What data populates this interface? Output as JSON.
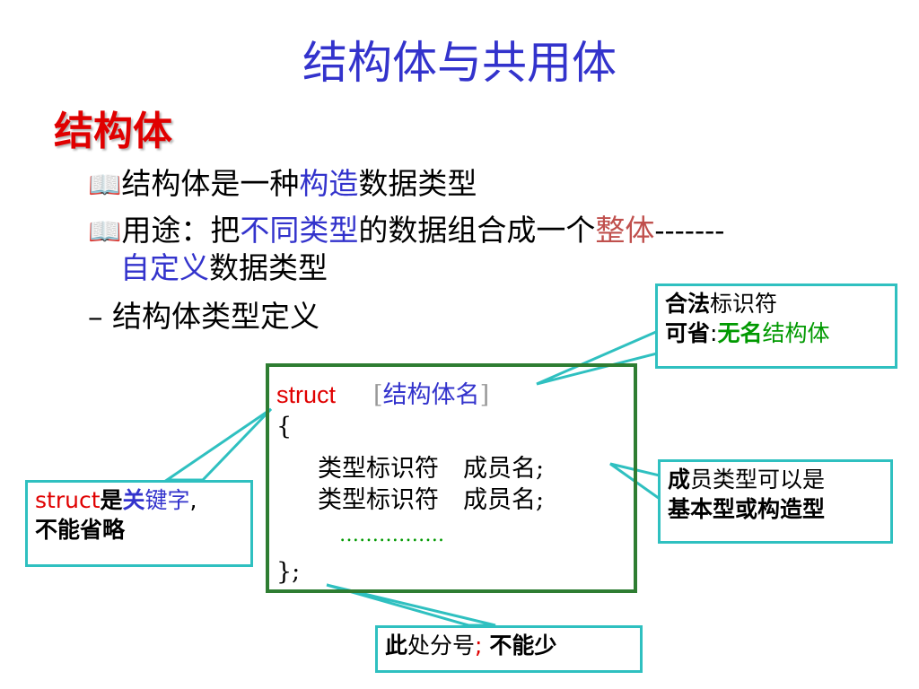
{
  "slide": {
    "title": "结构体与共用体",
    "section": "结构体",
    "bullet1": {
      "icon": "book-icon",
      "pre": "结构体是一种",
      "hl": "构造",
      "post": "数据类型"
    },
    "bullet2": {
      "icon": "book-icon",
      "pre": "用途：把",
      "hl1": "不同类型",
      "mid": "的数据组合成一个",
      "hl2": "整体",
      "dashes": "-------",
      "line2_hl": "自定义",
      "line2_post": "数据类型"
    },
    "bullet3": "– 结构体类型定义",
    "code": {
      "keyword": "struct",
      "name_open": "[",
      "name": "结构体名",
      "name_close": "]",
      "open_brace": "{",
      "member1": "类型标识符　成员名;",
      "member2": "类型标识符　成员名;",
      "dots": "…………….",
      "close": "};"
    },
    "callouts": {
      "identifier": {
        "l1a": "合法",
        "l1b": "标识符",
        "l2a": "可省",
        "l2b": ":",
        "l2c": "无名",
        "l2d": "结构体"
      },
      "keyword": {
        "a": "struct",
        "b": "是",
        "c": "关",
        "d": "键字",
        "e": ",",
        "l2": "不能省略"
      },
      "member": {
        "l1a": "成",
        "l1b": "员类型可以是",
        "l2": "基本型或构造型"
      },
      "semicolon": {
        "a": "此",
        "b": "处分号",
        "c": ";",
        "d": "不能少"
      }
    },
    "colors": {
      "title": "#3333cc",
      "section": "#e00000",
      "highlight_blue": "#3333cc",
      "highlight_red": "#c0504d",
      "green": "#009900",
      "callout_border": "#2fc0c0",
      "code_border": "#2e7d32"
    }
  }
}
